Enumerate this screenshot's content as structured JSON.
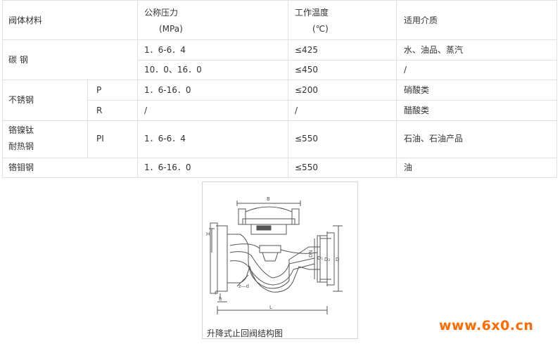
{
  "table": {
    "headers": {
      "material": "阀体材料",
      "pressure": "公称压力",
      "pressure_unit": "(MPa)",
      "temperature": "工作温度",
      "temperature_unit": "(℃)",
      "medium": "适用介质"
    },
    "rows": [
      {
        "material": "碳 钢",
        "code": "",
        "pressure": "1．6-6．4",
        "temperature": "≤425",
        "medium": "水、油品、蒸汽"
      },
      {
        "material": "",
        "code": "",
        "pressure": "10．0、16．0",
        "temperature": "≤450",
        "medium": "/"
      },
      {
        "material": "不锈钢",
        "code": "P",
        "pressure": "1．6-16．0",
        "temperature": "≤200",
        "medium": "硝酸类"
      },
      {
        "material": "",
        "code": "R",
        "pressure": "/",
        "temperature": "/",
        "medium": "醋酸类"
      },
      {
        "material": "铬镍钛",
        "material_line2": "耐热钢",
        "code": "PI",
        "pressure": "1．6-6．4",
        "temperature": "≤550",
        "medium": "石油、石油产品"
      },
      {
        "material": "铬钼钢",
        "code": "",
        "pressure": "1．6-16．0",
        "temperature": "≤550",
        "medium": "油"
      }
    ]
  },
  "figure": {
    "caption": "升降式止回阀结构图",
    "labels": {
      "b_top": "B",
      "h": "H",
      "l": "L",
      "b": "b",
      "f": "f",
      "z_d": "z—d",
      "dn": "DN",
      "d1": "D₁",
      "d2": "D₂",
      "d": "D"
    }
  },
  "watermark": "www.6x0.cn",
  "colors": {
    "border": "#e1e1e1",
    "text": "#333333",
    "watermark": "#ff6a00",
    "drawing": "#555555"
  }
}
